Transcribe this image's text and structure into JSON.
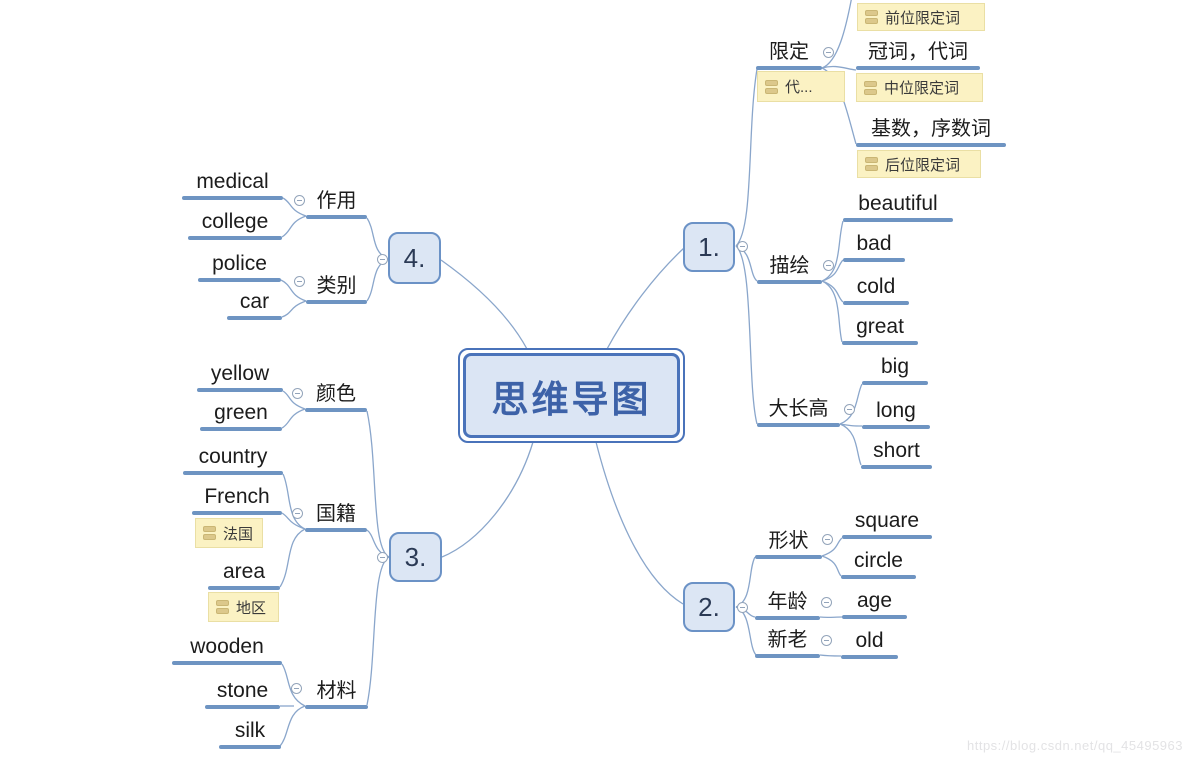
{
  "diagram": {
    "type": "mindmap",
    "colors": {
      "root_fill": "#dbe5f4",
      "root_border": "#4a73ba",
      "root_text": "#3d62a8",
      "branch_fill": "#dce6f4",
      "branch_border": "#6b92c6",
      "underline": "#6e94c2",
      "connector": "#8aa6cb",
      "note_fill": "#fbf2c3",
      "note_border": "#eadfa4",
      "topic_text": "#1c1c1c"
    }
  },
  "outline": {
    "root": "思维导图",
    "branches": [
      {
        "label": "1.",
        "children": [
          {
            "label": "限定",
            "note": "代...",
            "children": [
              {
                "label": "",
                "note": "前位限定词"
              },
              {
                "label": "冠词，代词",
                "note": "中位限定词"
              },
              {
                "label": "基数，序数词",
                "note": "后位限定词"
              }
            ]
          },
          {
            "label": "描绘",
            "children": [
              {
                "label": "beautiful"
              },
              {
                "label": "bad"
              },
              {
                "label": "cold"
              },
              {
                "label": "great"
              }
            ]
          },
          {
            "label": "大长高",
            "children": [
              {
                "label": "big"
              },
              {
                "label": "long"
              },
              {
                "label": "short"
              }
            ]
          }
        ]
      },
      {
        "label": "2.",
        "children": [
          {
            "label": "形状",
            "children": [
              {
                "label": "square"
              },
              {
                "label": "circle"
              }
            ]
          },
          {
            "label": "年龄",
            "children": [
              {
                "label": "age"
              }
            ]
          },
          {
            "label": "新老",
            "children": [
              {
                "label": "old"
              }
            ]
          }
        ]
      },
      {
        "label": "3.",
        "children": [
          {
            "label": "颜色",
            "children": [
              {
                "label": "yellow"
              },
              {
                "label": "green"
              }
            ]
          },
          {
            "label": "国籍",
            "children": [
              {
                "label": "country"
              },
              {
                "label": "French",
                "note": "法国"
              },
              {
                "label": "area",
                "note": "地区"
              }
            ]
          },
          {
            "label": "材料",
            "children": [
              {
                "label": "wooden"
              },
              {
                "label": "stone"
              },
              {
                "label": "silk"
              }
            ]
          }
        ]
      },
      {
        "label": "4.",
        "children": [
          {
            "label": "作用",
            "children": [
              {
                "label": "medical"
              },
              {
                "label": "college"
              }
            ]
          },
          {
            "label": "类别",
            "children": [
              {
                "label": "police"
              },
              {
                "label": "car"
              }
            ]
          }
        ]
      }
    ]
  },
  "watermark": {
    "text": "https://blog.csdn.net/qq_45495963"
  }
}
